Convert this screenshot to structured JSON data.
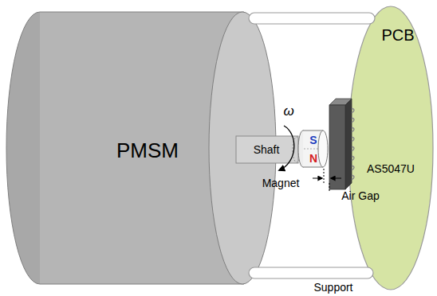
{
  "diagram": {
    "nodes": [
      {
        "text": [
          "PMSM"
        ]
      },
      {
        "text": [
          "Shaft"
        ]
      },
      {
        "text": [
          "PCB"
        ]
      }
    ],
    "labels": [
      "ω",
      "S",
      "N",
      "Magnet",
      "AS5047U",
      "Air Gap",
      "Support"
    ]
  }
}
